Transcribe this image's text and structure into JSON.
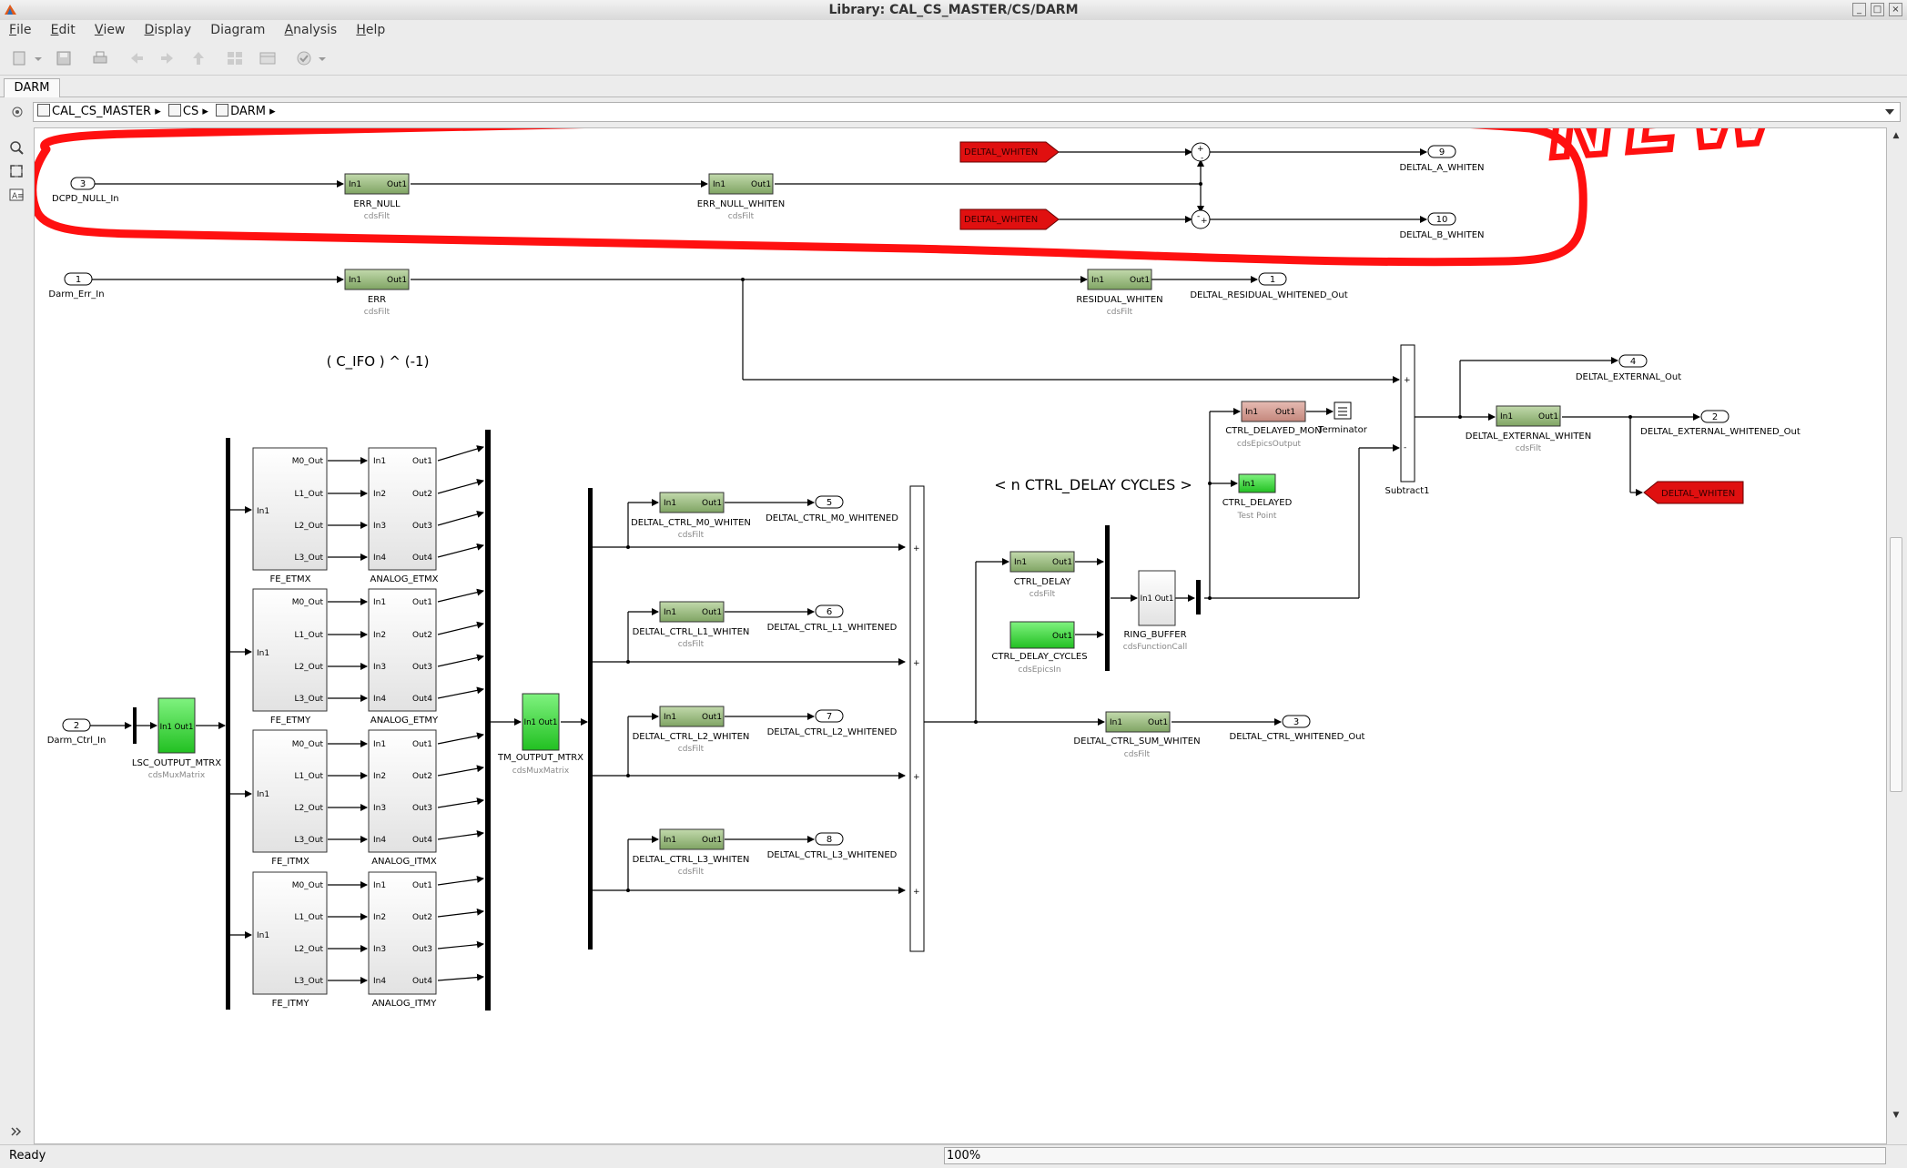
{
  "window": {
    "title": "Library: CAL_CS_MASTER/CS/DARM"
  },
  "menu": [
    {
      "first": "F",
      "rest": "ile"
    },
    {
      "first": "E",
      "rest": "dit"
    },
    {
      "first": "V",
      "rest": "iew"
    },
    {
      "first": "D",
      "rest": "isplay"
    },
    {
      "first": "",
      "rest": "Diagram"
    },
    {
      "first": "A",
      "rest": "nalysis"
    },
    {
      "first": "H",
      "rest": "elp"
    }
  ],
  "tab": {
    "label": "DARM"
  },
  "breadcrumb": [
    "CAL_CS_MASTER",
    "CS",
    "DARM"
  ],
  "status": {
    "text": "Ready",
    "zoom": "100%"
  },
  "annotation": {
    "handwritten": "NEW"
  },
  "diagram": {
    "inports": {
      "dcpd": {
        "num": "3",
        "name": "DCPD_NULL_In"
      },
      "err": {
        "num": "1",
        "name": "Darm_Err_In"
      },
      "ctrl": {
        "num": "2",
        "name": "Darm_Ctrl_In"
      }
    },
    "outports": {
      "a_whiten": {
        "num": "9",
        "name": "DELTAL_A_WHITEN"
      },
      "b_whiten": {
        "num": "10",
        "name": "DELTAL_B_WHITEN"
      },
      "residual": {
        "num": "1",
        "name": "DELTAL_RESIDUAL_WHITENED_Out"
      },
      "external": {
        "num": "4",
        "name": "DELTAL_EXTERNAL_Out"
      },
      "external_w": {
        "num": "2",
        "name": "DELTAL_EXTERNAL_WHITENED_Out"
      },
      "m0": {
        "num": "5",
        "name": "DELTAL_CTRL_M0_WHITENED"
      },
      "l1": {
        "num": "6",
        "name": "DELTAL_CTRL_L1_WHITENED"
      },
      "l2": {
        "num": "7",
        "name": "DELTAL_CTRL_L2_WHITENED"
      },
      "l3": {
        "num": "8",
        "name": "DELTAL_CTRL_L3_WHITENED"
      },
      "ctrl_w": {
        "num": "3",
        "name": "DELTAL_CTRL_WHITENED_Out"
      }
    },
    "ports": {
      "in1": "In1",
      "out1": "Out1",
      "in2": "In2",
      "in3": "In3",
      "in4": "In4",
      "out2": "Out2",
      "out3": "Out3",
      "out4": "Out4",
      "m0": "M0_Out",
      "l1": "L1_Out",
      "l2": "L2_Out",
      "l3": "L3_Out",
      "in1out1": "In1 Out1"
    },
    "blocks": {
      "err_null": {
        "name": "ERR_NULL",
        "type": "cdsFilt"
      },
      "err_null_whiten": {
        "name": "ERR_NULL_WHITEN",
        "type": "cdsFilt"
      },
      "err": {
        "name": "ERR",
        "type": "cdsFilt"
      },
      "residual_whiten": {
        "name": "RESIDUAL_WHITEN",
        "type": "cdsFilt"
      },
      "ctrl_delayed_mon": {
        "name": "CTRL_DELAYED_MON",
        "type": "cdsEpicsOutput"
      },
      "terminator": {
        "name": "Terminator"
      },
      "ctrl_delayed": {
        "name": "CTRL_DELAYED",
        "type": "Test Point"
      },
      "subtract1": {
        "name": "Subtract1"
      },
      "external_whiten": {
        "name": "DELTAL_EXTERNAL_WHITEN",
        "type": "cdsFilt"
      },
      "m0_whiten": {
        "name": "DELTAL_CTRL_M0_WHITEN",
        "type": "cdsFilt"
      },
      "l1_whiten": {
        "name": "DELTAL_CTRL_L1_WHITEN",
        "type": "cdsFilt"
      },
      "l2_whiten": {
        "name": "DELTAL_CTRL_L2_WHITEN",
        "type": "cdsFilt"
      },
      "l3_whiten": {
        "name": "DELTAL_CTRL_L3_WHITEN",
        "type": "cdsFilt"
      },
      "ctrl_delay": {
        "name": "CTRL_DELAY",
        "type": "cdsFilt"
      },
      "ctrl_delay_cycles": {
        "name": "CTRL_DELAY_CYCLES",
        "type": "cdsEpicsIn"
      },
      "ring_buffer": {
        "name": "RING_BUFFER",
        "type": "cdsFunctionCall"
      },
      "sum_whiten": {
        "name": "DELTAL_CTRL_SUM_WHITEN",
        "type": "cdsFilt"
      },
      "lsc_output_mtrx": {
        "name": "LSC_OUTPUT_MTRX",
        "type": "cdsMuxMatrix"
      },
      "tm_output_mtrx": {
        "name": "TM_OUTPUT_MTRX",
        "type": "cdsMuxMatrix"
      },
      "fe_etmx": {
        "name": "FE_ETMX"
      },
      "fe_etmy": {
        "name": "FE_ETMY"
      },
      "fe_itmx": {
        "name": "FE_ITMX"
      },
      "fe_itmy": {
        "name": "FE_ITMY"
      },
      "analog_etmx": {
        "name": "ANALOG_ETMX"
      },
      "analog_etmy": {
        "name": "ANALOG_ETMY"
      },
      "analog_itmx": {
        "name": "ANALOG_ITMX"
      },
      "analog_itmy": {
        "name": "ANALOG_ITMY"
      }
    },
    "goto_tags": {
      "deltal_whiten": "DELTAL_WHITEN"
    },
    "notes": {
      "c_ifo": "( C_IFO ) ^ (-1)",
      "delay": "< n CTRL_DELAY CYCLES  >"
    },
    "colors": {
      "filter_green": "#9dbd7f",
      "bright_green": "#44d244",
      "epics_red": "#d6a39a",
      "goto_red": "#e01010",
      "annotation_red": "#ff1010"
    }
  }
}
